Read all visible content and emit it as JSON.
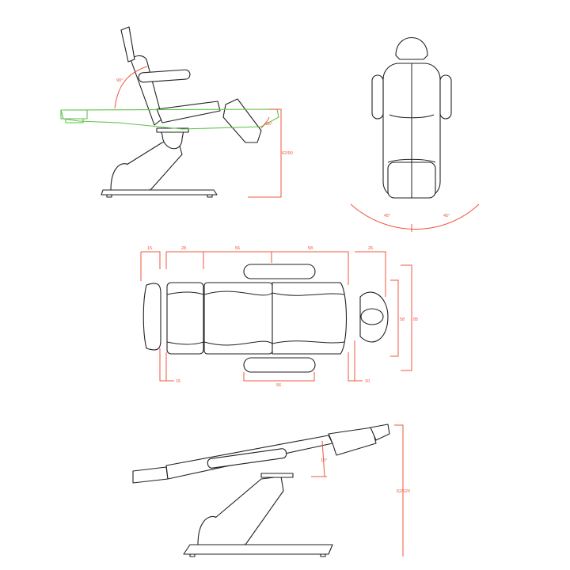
{
  "colors": {
    "outline": "#222222",
    "dimension": "#f0553c",
    "alternate_position": "#5fc24a"
  },
  "side_view_upright": {
    "backrest_angle": "90°",
    "legrest_angle": "85°",
    "height_range": "62/90"
  },
  "top_view": {
    "rotation_left": "45°",
    "rotation_right": "45°"
  },
  "plan_view": {
    "top_dims": [
      "15",
      "28",
      "56",
      "58",
      "26"
    ],
    "bottom_dims": [
      "15",
      "56",
      "10"
    ],
    "right_dims": [
      "58",
      "85"
    ]
  },
  "side_view_flat": {
    "tilt_angle": "15°",
    "height_range": "62/120"
  }
}
